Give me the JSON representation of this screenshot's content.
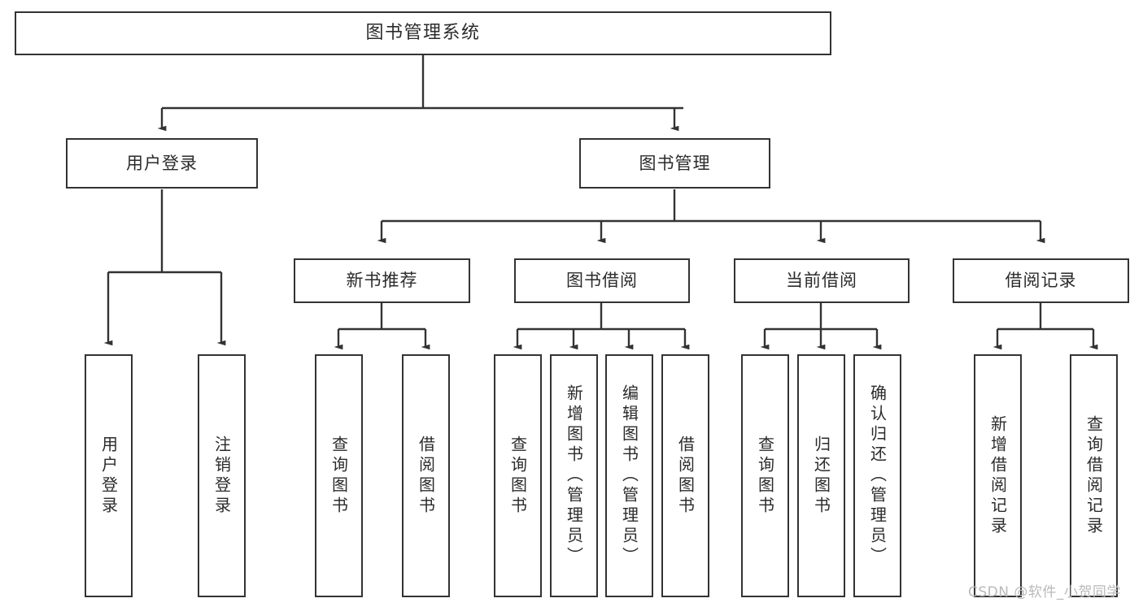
{
  "diagram": {
    "title": "图书管理系统",
    "type": "tree-hierarchy-diagram",
    "watermark": "CSDN @软件_小贺同学",
    "colors": {
      "box_border": "#333333",
      "box_fill": "#ffffff",
      "edge": "#333333",
      "text": "#2b2b2b",
      "watermark": "#b9b9b9",
      "background": "#ffffff"
    },
    "levels": {
      "level1": [
        "图书管理系统"
      ],
      "level2": [
        "用户登录",
        "图书管理"
      ],
      "level3": [
        "新书推荐",
        "图书借阅",
        "当前借阅",
        "借阅记录"
      ],
      "level4": [
        "用户登录",
        "注销登录",
        "查询图书",
        "借阅图书",
        "查询图书",
        "新增图书（管理员）",
        "编辑图书（管理员）",
        "借阅图书",
        "查询图书",
        "归还图书",
        "确认归还（管理员）",
        "新增借阅记录",
        "查询借阅记录"
      ]
    }
  },
  "nodes": {
    "root": {
      "label": "图书管理系统"
    },
    "user_login": {
      "label": "用户登录"
    },
    "book_manage": {
      "label": "图书管理"
    },
    "new_book_rec": {
      "label": "新书推荐"
    },
    "book_borrow": {
      "label": "图书借阅"
    },
    "current_borrow": {
      "label": "当前借阅"
    },
    "borrow_record": {
      "label": "借阅记录"
    },
    "leaf_user_login": {
      "label": "用户登录"
    },
    "leaf_logout": {
      "label": "注销登录"
    },
    "leaf_query_book_1": {
      "label": "查询图书"
    },
    "leaf_borrow_book_1": {
      "label": "借阅图书"
    },
    "leaf_query_book_2": {
      "label": "查询图书"
    },
    "leaf_add_book": {
      "label": "新增图书（管理员）"
    },
    "leaf_edit_book": {
      "label": "编辑图书（管理员）"
    },
    "leaf_borrow_book_2": {
      "label": "借阅图书"
    },
    "leaf_query_book_3": {
      "label": "查询图书"
    },
    "leaf_return_book": {
      "label": "归还图书"
    },
    "leaf_confirm_return": {
      "label": "确认归还（管理员）"
    },
    "leaf_add_record": {
      "label": "新增借阅记录"
    },
    "leaf_query_record": {
      "label": "查询借阅记录"
    }
  },
  "watermark": {
    "text": "CSDN @软件_小贺同学"
  }
}
